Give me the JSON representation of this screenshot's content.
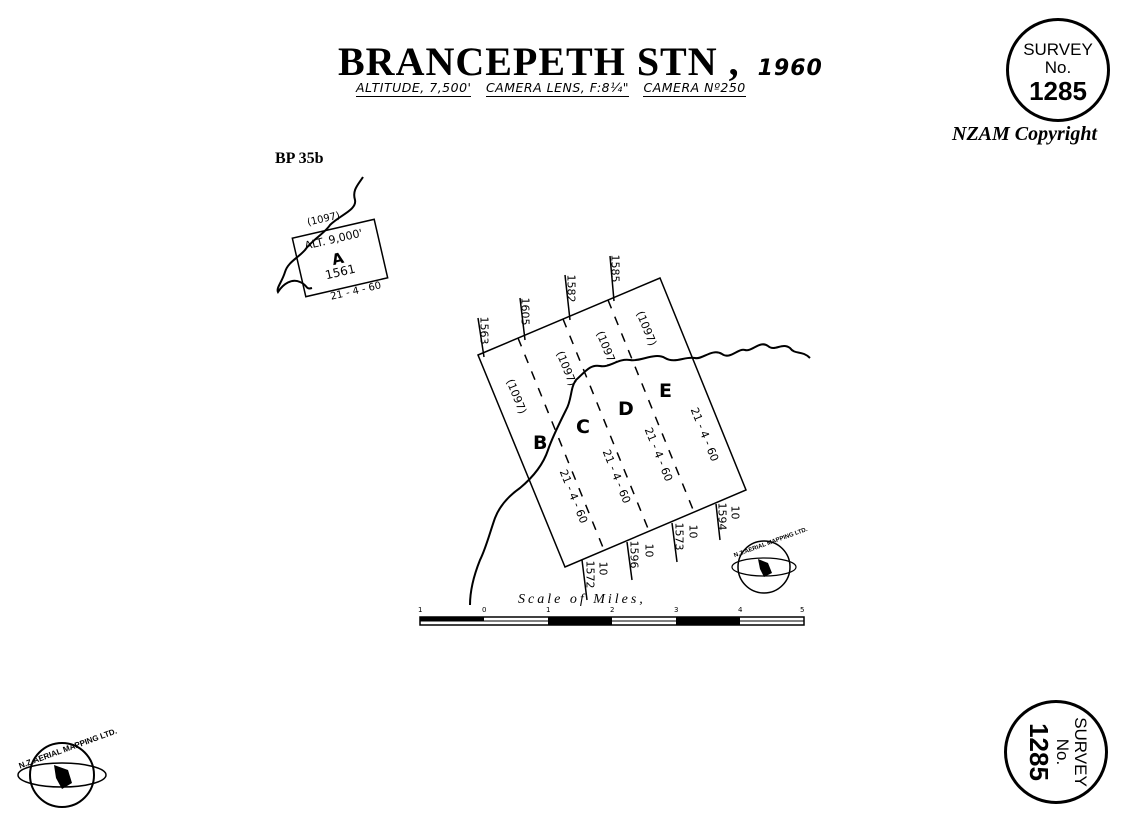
{
  "header": {
    "title": "BRANCEPETH STN ,",
    "year": "1960",
    "altitude": "ALTITUDE, 7,500'",
    "lens": "CAMERA LENS, F:8¼\"",
    "camera": "CAMERA Nº250"
  },
  "photo_ref": "BP 35b",
  "copyright": "NZAM Copyright",
  "stamp": {
    "line1": "SURVEY",
    "line2": "No.",
    "number": "1285"
  },
  "run_a": {
    "letter": "A",
    "alt": "ALT. 9,000'",
    "lens": "(1097)",
    "frame": "1561",
    "date": "21 - 4 - 60"
  },
  "runs": [
    {
      "letter": "B",
      "lens": "(1097)",
      "date": "21 - 4 - 60",
      "start": "1563",
      "end": "1572",
      "count": "10"
    },
    {
      "letter": "C",
      "lens": "(1097)",
      "date": "21 - 4 - 60",
      "start": "1605",
      "end": "1596",
      "count": "10"
    },
    {
      "letter": "D",
      "lens": "(1097)",
      "date": "21 - 4 - 60",
      "start": "1582",
      "end": "1573",
      "count": "10"
    },
    {
      "letter": "E",
      "lens": "(1097)",
      "date": "21 - 4 - 60",
      "start": "1585",
      "end": "1594",
      "count": "10"
    }
  ],
  "scale": {
    "label": "Scale of Miles,",
    "ticks": [
      "1",
      "0",
      "1",
      "2",
      "3",
      "4",
      "5"
    ]
  },
  "logo_text": "N.Z.AERIAL MAPPING LTD.",
  "colors": {
    "ink": "#000000",
    "paper": "#ffffff"
  }
}
